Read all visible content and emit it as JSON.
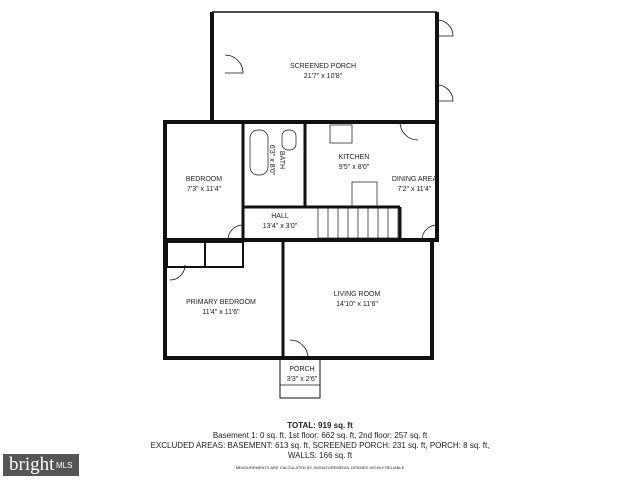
{
  "rooms": [
    {
      "name": "SCREENED PORCH",
      "dims": "21'7\" x 10'8\""
    },
    {
      "name": "BEDROOM",
      "dims": "7'3\" x 11'4\""
    },
    {
      "name": "BATH",
      "dims": "6'3\" x 8'0\""
    },
    {
      "name": "KITCHEN",
      "dims": "9'5\" x 8'0\""
    },
    {
      "name": "DINING AREA",
      "dims": "7'2\" x 11'4\""
    },
    {
      "name": "HALL",
      "dims": "13'4\" x 3'0\""
    },
    {
      "name": "PRIMARY BEDROOM",
      "dims": "11'4\" x 11'6\""
    },
    {
      "name": "LIVING ROOM",
      "dims": "14'10\" x 11'6\""
    },
    {
      "name": "PORCH",
      "dims": "3'3\" x 2'6\""
    }
  ],
  "summary": {
    "total": "TOTAL: 919 sq. ft",
    "floors": "Basement 1: 0 sq. ft, 1st floor: 662 sq. ft, 2nd floor: 257 sq. ft",
    "excluded": "EXCLUDED AREAS: BASEMENT: 613 sq. ft, SCREENED PORCH: 231 sq. ft, PORCH: 8 sq. ft,",
    "walls": "WALLS: 166 sq. ft",
    "disclaimer": "MEASUREMENTS ARE CALCULATED BY SIGNATUREMEDIA, DEEMED HIGHLY RELIABLE"
  },
  "logo": {
    "text": "bright",
    "suffix": "MLS",
    "bg": "#555555"
  }
}
